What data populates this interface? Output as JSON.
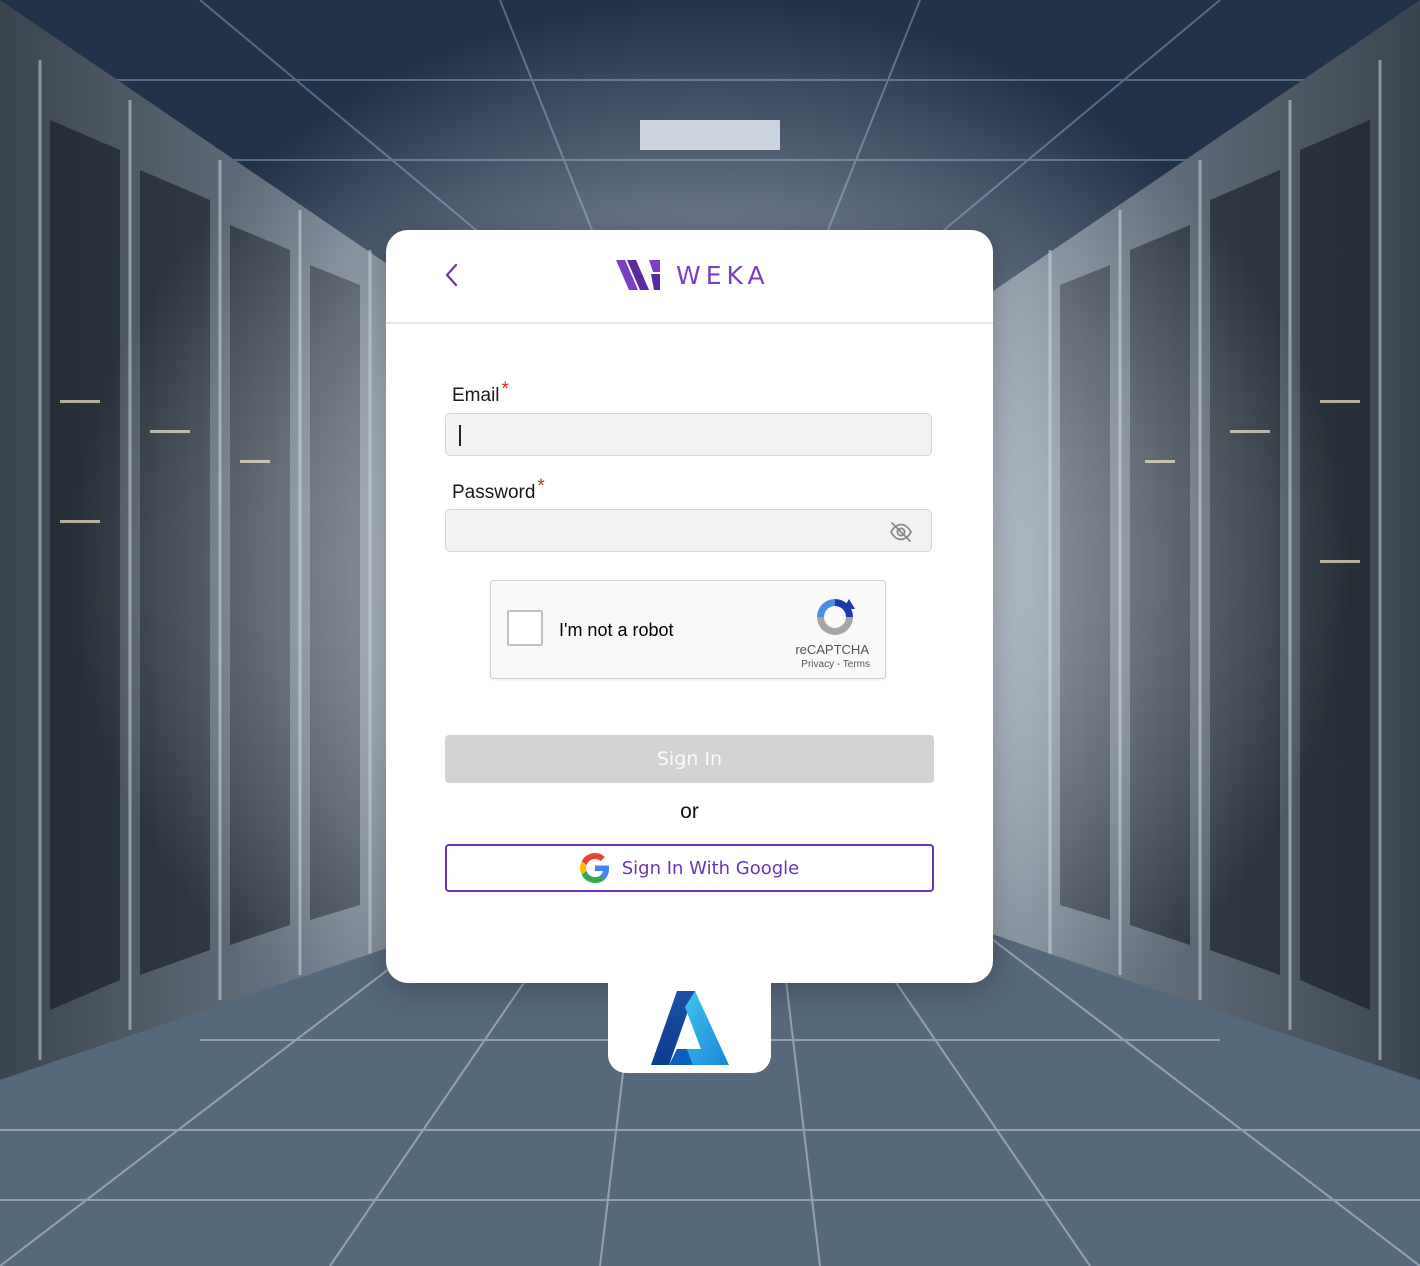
{
  "header": {
    "brand_name": "WEKA",
    "back_icon": "chevron-left-icon"
  },
  "form": {
    "email_label": "Email",
    "email_required_mark": "*",
    "email_value": "",
    "password_label": "Password",
    "password_required_mark": "*",
    "password_value": "",
    "password_toggle_icon": "eye-off-icon"
  },
  "captcha": {
    "label": "I'm not a robot",
    "brand": "reCAPTCHA",
    "links": "Privacy - Terms",
    "checked": false
  },
  "actions": {
    "signin_label": "Sign In",
    "or_label": "or",
    "google_label": "Sign In With Google"
  },
  "provider_tab": {
    "icon": "azure-logo-icon"
  },
  "colors": {
    "accent": "#6a35b5",
    "required": "#d32f2f",
    "disabled_button": "#d3d3d3"
  }
}
